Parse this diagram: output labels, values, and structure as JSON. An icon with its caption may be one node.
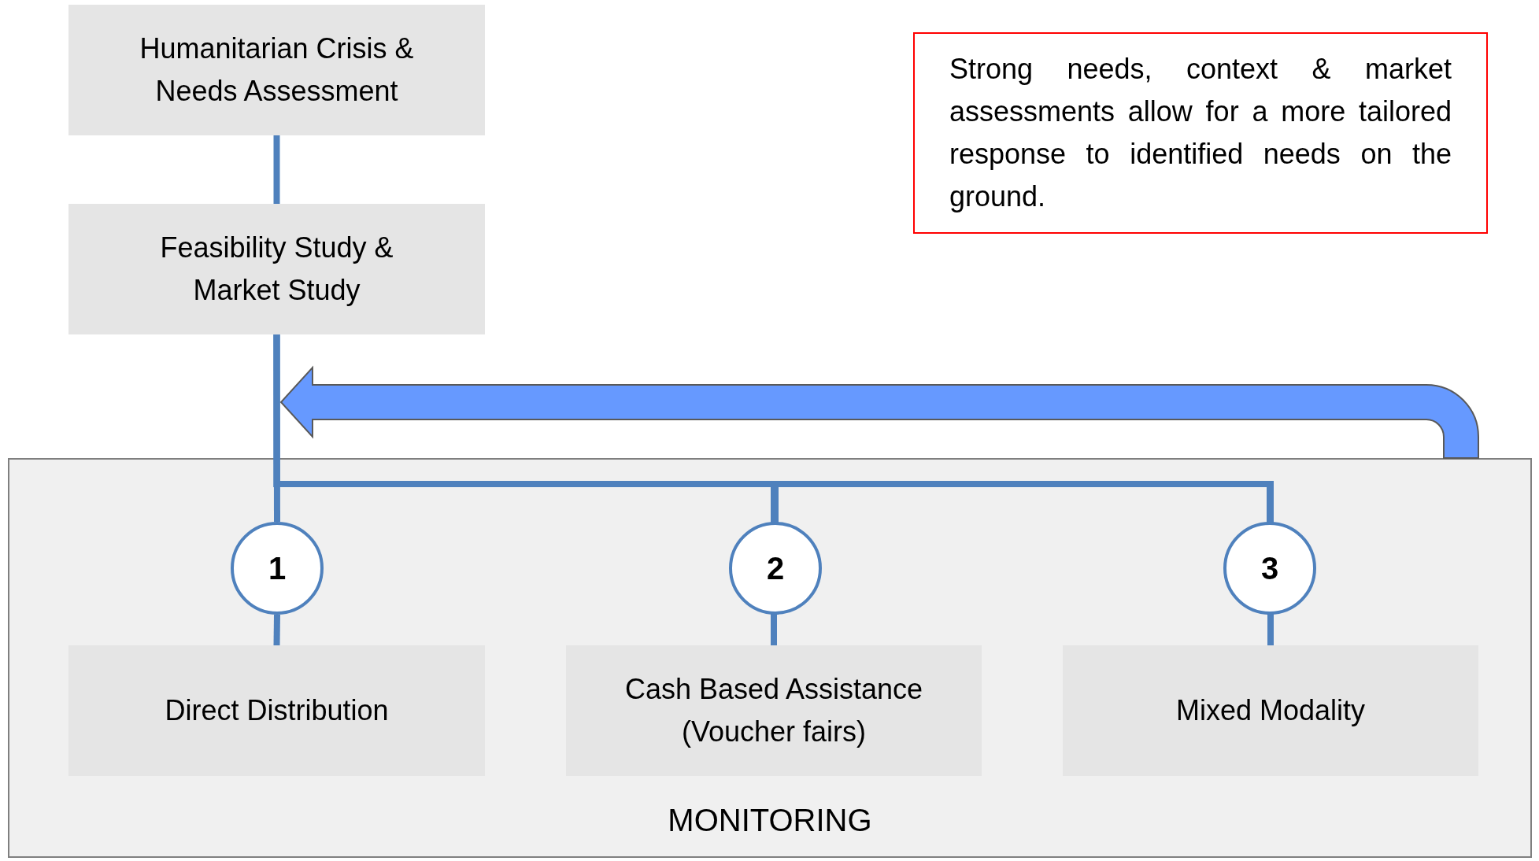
{
  "diagram": {
    "nodes": [
      {
        "text": [
          "Humanitarian Crisis & Needs Assessment"
        ]
      },
      {
        "text": [
          "Feasibility Study & Market Study"
        ]
      },
      {
        "text": [
          "MONITORING"
        ]
      },
      {
        "text": [
          "1"
        ],
        "in": 2
      },
      {
        "text": [
          "2"
        ],
        "in": 2
      },
      {
        "text": [
          "3"
        ],
        "in": 2
      },
      {
        "text": [
          "Direct Distribution"
        ],
        "in": 2
      },
      {
        "text": [
          "Cash Based Assistance (Voucher fairs)"
        ],
        "in": 2
      },
      {
        "text": [
          "Mixed Modality"
        ],
        "in": 2
      },
      {
        "text": [
          "Strong needs, context & market assessments allow for a more tailored response to identified needs on the ground."
        ]
      }
    ],
    "edges": [
      {
        "from": 0,
        "to": 1,
        "arrow": "none"
      },
      {
        "from": 1,
        "to": 3,
        "arrow": "none"
      },
      {
        "from": 1,
        "to": 4,
        "arrow": "none"
      },
      {
        "from": 1,
        "to": 5,
        "arrow": "none"
      },
      {
        "from": 3,
        "to": 6,
        "arrow": "none"
      },
      {
        "from": 4,
        "to": 7,
        "arrow": "none"
      },
      {
        "from": 5,
        "to": 8,
        "arrow": "none"
      },
      {
        "from": 2,
        "to": null,
        "arrow": "to",
        "style": "thick",
        "color": "#6699ff"
      }
    ]
  }
}
